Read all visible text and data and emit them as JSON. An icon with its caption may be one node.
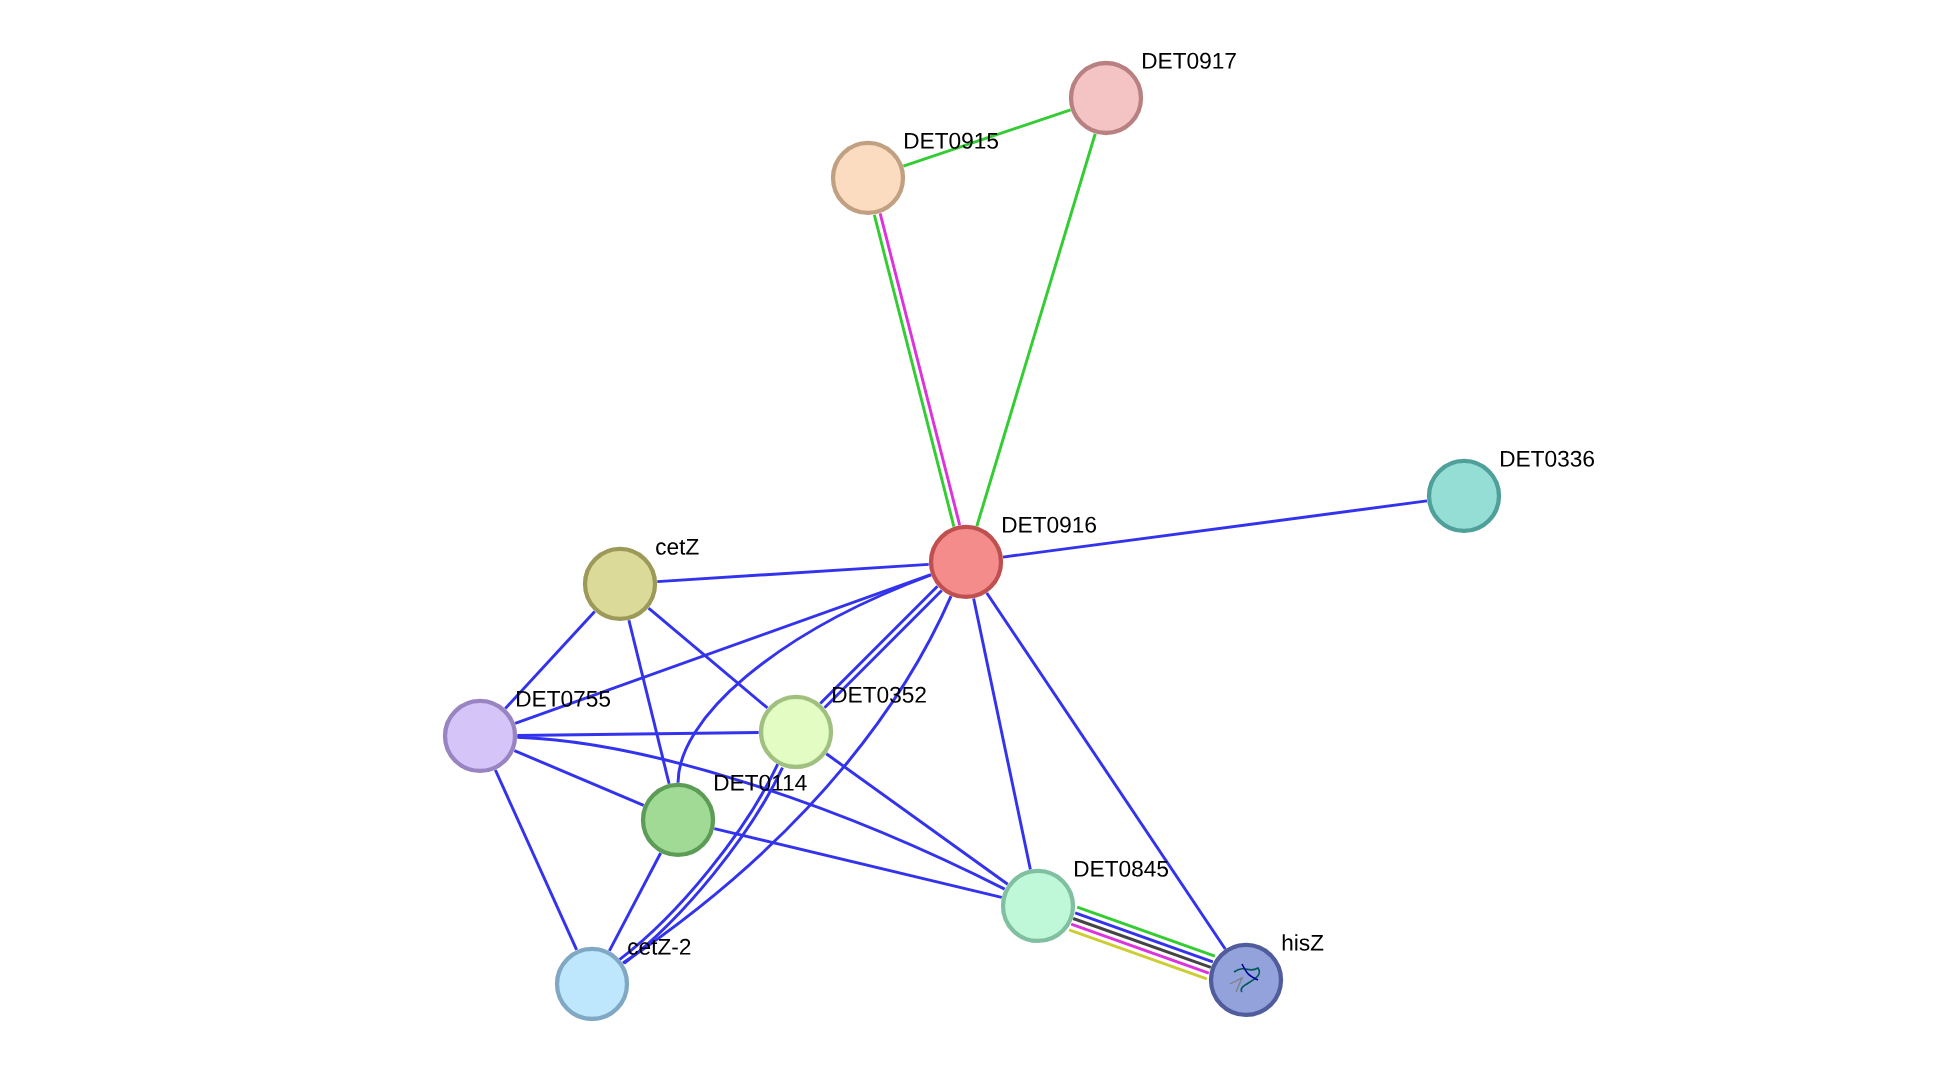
{
  "diagram": {
    "nodes": [
      {
        "text": [
          "DET0917"
        ]
      },
      {
        "text": [
          "DET0915"
        ]
      },
      {
        "text": [
          "DET0916"
        ]
      },
      {
        "text": [
          "DET0336"
        ]
      },
      {
        "text": [
          "cetZ"
        ]
      },
      {
        "text": [
          "DET0755"
        ]
      },
      {
        "text": [
          "DET0352"
        ]
      },
      {
        "text": [
          "DET0114"
        ]
      },
      {
        "text": [
          "DET0845"
        ]
      },
      {
        "text": [
          "hisZ"
        ]
      },
      {
        "text": [
          "cetZ-2"
        ]
      }
    ],
    "edges": [
      {
        "from": 0,
        "to": 1,
        "arrow": "none",
        "color": "#33cc33"
      },
      {
        "from": 0,
        "to": 2,
        "arrow": "none",
        "color": "#33cc33"
      },
      {
        "from": 1,
        "to": 2,
        "arrow": "none",
        "color": "#dd33dd"
      },
      {
        "from": 1,
        "to": 2,
        "arrow": "none",
        "color": "#33cc33"
      },
      {
        "from": 2,
        "to": 3,
        "arrow": "none"
      },
      {
        "from": 2,
        "to": 4,
        "arrow": "none"
      },
      {
        "from": 2,
        "to": 5,
        "arrow": "none"
      },
      {
        "from": 2,
        "to": 6,
        "arrow": "none"
      },
      {
        "from": 2,
        "to": 6,
        "arrow": "none"
      },
      {
        "from": 2,
        "to": 7,
        "arrow": "none"
      },
      {
        "from": 2,
        "to": 10,
        "arrow": "none"
      },
      {
        "from": 2,
        "to": 8,
        "arrow": "none"
      },
      {
        "from": 2,
        "to": 9,
        "arrow": "none"
      },
      {
        "from": 4,
        "to": 5,
        "arrow": "none"
      },
      {
        "from": 4,
        "to": 6,
        "arrow": "none"
      },
      {
        "from": 4,
        "to": 7,
        "arrow": "none"
      },
      {
        "from": 5,
        "to": 6,
        "arrow": "none"
      },
      {
        "from": 5,
        "to": 7,
        "arrow": "none"
      },
      {
        "from": 5,
        "to": 8,
        "arrow": "none"
      },
      {
        "from": 5,
        "to": 10,
        "arrow": "none"
      },
      {
        "from": 6,
        "to": 8,
        "arrow": "none"
      },
      {
        "from": 6,
        "to": 10,
        "arrow": "none"
      },
      {
        "from": 6,
        "to": 10,
        "arrow": "none"
      },
      {
        "from": 7,
        "to": 10,
        "arrow": "none"
      },
      {
        "from": 7,
        "to": 8,
        "arrow": "none"
      },
      {
        "from": 8,
        "to": 9,
        "arrow": "none",
        "color": "#33cc33"
      },
      {
        "from": 8,
        "to": 9,
        "arrow": "none"
      },
      {
        "from": 8,
        "to": 9,
        "arrow": "none",
        "color": "#444444"
      },
      {
        "from": 8,
        "to": 9,
        "arrow": "none",
        "color": "#dd33dd"
      },
      {
        "from": 8,
        "to": 9,
        "arrow": "none",
        "color": "#cccc33"
      }
    ]
  }
}
